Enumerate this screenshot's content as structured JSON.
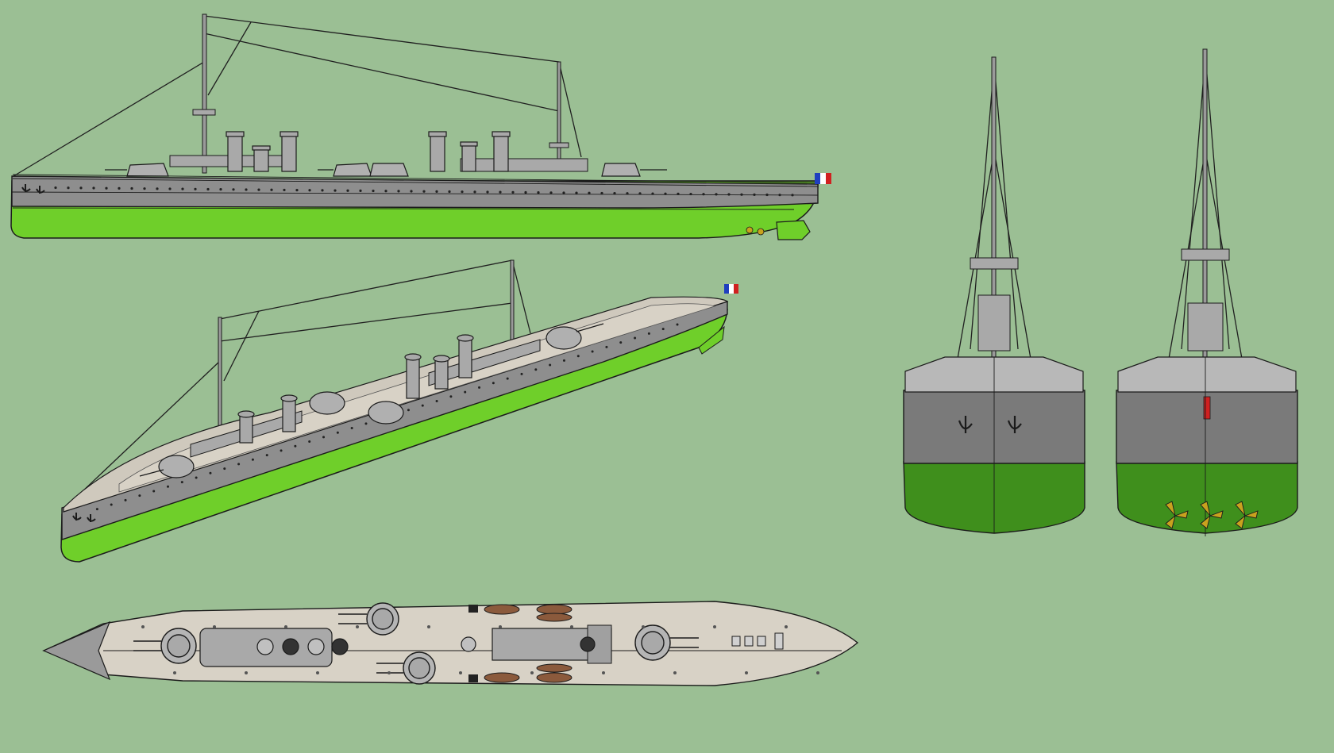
{
  "colors": {
    "background": "#9bbf94",
    "hull_green": "#6fcf2a",
    "hull_green_dark": "#3f8f1c",
    "hull_grey": "#8e8e8e",
    "superstructure_grey": "#a9a9a9",
    "deck_wood": "#d8d2c6",
    "propeller_gold": "#c8a21e",
    "flag_blue": "#1f3fbf",
    "flag_white": "#ffffff",
    "flag_red": "#d02020"
  },
  "views": [
    {
      "id": "side",
      "flag": "french-tricolor"
    },
    {
      "id": "perspective",
      "flag": "french-tricolor"
    },
    {
      "id": "top"
    },
    {
      "id": "bow"
    },
    {
      "id": "stern"
    }
  ]
}
